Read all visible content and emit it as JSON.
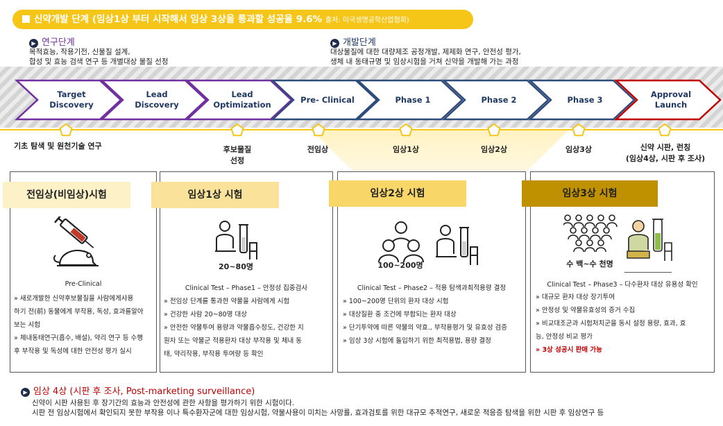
{
  "banner": {
    "title": "신약개발 단계 (임상1상 부터 시작해서 임상 3상을 통과할 성공율 9.6%",
    "source": "출처: 미국생명공학산업협회)"
  },
  "research": {
    "title": "연구단계",
    "desc1": "목적효능, 작용기전, 신물질 설계,",
    "desc2": "합성 및 효능 검색 연구 등 개별대상 물질 선정"
  },
  "development": {
    "title": "개발단계",
    "desc1": "대상물질에 대한 대량제조 공정개발, 제제화 연구, 안전성 평가,",
    "desc2": "생체 내 동태규명 및 임상시험을 거쳐 신약을 개발해 가는 과정"
  },
  "stages": [
    {
      "line1": "Target",
      "line2": "Discovery"
    },
    {
      "line1": "Lead",
      "line2": "Discovery"
    },
    {
      "line1": "Lead",
      "line2": "Optimization"
    },
    {
      "line1": "Pre- Clinical",
      "line2": ""
    },
    {
      "line1": "Phase 1",
      "line2": ""
    },
    {
      "line1": "Phase 2",
      "line2": ""
    },
    {
      "line1": "Phase 3",
      "line2": ""
    },
    {
      "line1": "Approval",
      "line2": "Launch"
    }
  ],
  "milestones": {
    "m1": "기초 탐색 및 원천기술 연구",
    "m2a": "후보물질",
    "m2b": "선정",
    "m3": "전임상",
    "m4": "임상1상",
    "m5": "임상2상",
    "m6": "임상3상",
    "m7a": "신약 시판, 런칭",
    "m7b": "(임상4상, 시판 후 조사)"
  },
  "preclinical": {
    "tab": "전임상(비임상)시험",
    "caption": "Pre-Clinical",
    "b1": "»  새로개발한 신약후보물질을 사람에게사용",
    "b2": "하기 전(前) 동물에게 부작용, 독성, 효과를알아",
    "b3": "보는 시험",
    "b4": "» 체내동태연구(흡수, 배설), 약리 연구 등 수행",
    "b5": "후 부작용 및 독성에 대한 안전성 평가 실시"
  },
  "phase1": {
    "tab": "임상1상 시험",
    "count": "20~80명",
    "caption": "Clinical Test – Phase1 – 안정성 집중검사",
    "b1": "» 전임상 단계를 통과한 약물을 사람에게  시험",
    "b2": "» 건강한 사람 20~80명 대상",
    "b3": "» 안전한 약물투여 용량과 약물흡수정도,  건강한 지",
    "b4": "원자 또는 약물군 적용환자 대상 부작용 및 체내 동",
    "b5": "태, 약리작용, 부작용 투여량 등 확인"
  },
  "phase2": {
    "tab": "임상2상 시험",
    "count": "100~200명",
    "caption": "Clinical Test – Phase2 – 적용 탐색과최적용량 결정",
    "b1": "» 100~200명 단위의 환자 대상 시험",
    "b2": "» 대상질환 중 조건에 부합되는 환자 대상",
    "b3": "» 단기투약에 따른 약물의 약효., 부작용평가 및 유효성 검증",
    "b4": "» 임상 3상 시험에 돌입하기 위한 최적용법, 용량 결정"
  },
  "phase3": {
    "tab": "임상3상 시험",
    "count": "수 백~수 천명",
    "caption": "Clinical Test – Phase3 – 다수환자 대상 유용성 확인",
    "b1": "» 대규모 환자 대상 장기투여",
    "b2": "» 안정성 및 약물유효성의 증거 수집",
    "b3": "» 비교대조군과 시험처치군을 동시 설정 용량, 효과, 효",
    "b4": "능, 안정성 비교 평가",
    "b5": "» 3상 성공시 판매 가능"
  },
  "phase4": {
    "title": "임상 4상 (시판 후 조사, Post-marketing surveillance)",
    "d1": "신약이 시판 사용된 후 장기간의 효능과 안전성에 관한 사항을 평가하기 위한 시험이다.",
    "d2": "시판 전 임상시험에서 확인되지 못한 부작용 이나 특수환자군에 대한 임상시험, 약물사용이 미치는 사망률, 효과검토를 위한 대규모 추적연구, 새로운 적응증 탐색을 위한 시판 후 임상연구 등"
  },
  "colors": {
    "banner": "#f5c518",
    "research_arrow": "#7030a0",
    "dev_arrow": "#2f4b7c",
    "approval_arrow": "#c00000",
    "research_title": "#7030a0",
    "dev_title": "#1f3864",
    "phase4_title": "#c00000",
    "tab_pre": "#fdf1c8",
    "tab_p1": "#fbe29a",
    "tab_p2": "#f8d667",
    "tab_p3": "#bf9000"
  }
}
